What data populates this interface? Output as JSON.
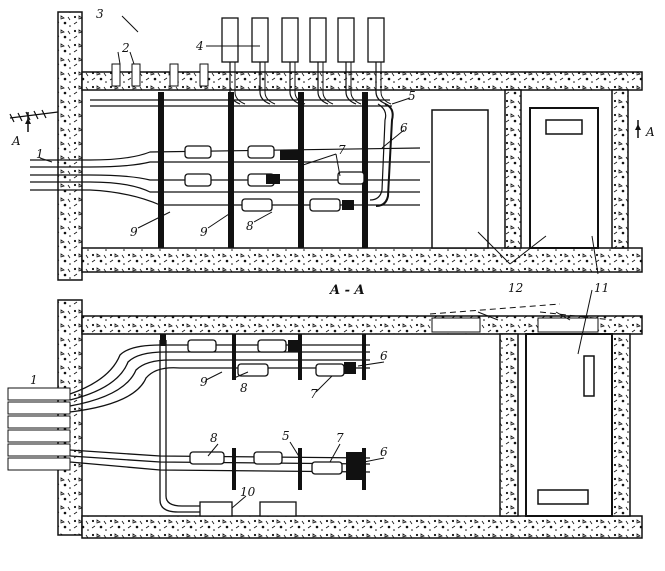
{
  "callouts": {
    "c1": "1",
    "c2": "2",
    "c3": "3",
    "c4": "4",
    "c5": "5",
    "c6": "6",
    "c7": "7",
    "c8": "8",
    "c9": "9",
    "c10": "10",
    "c11": "11",
    "c12": "12"
  },
  "section": {
    "mark": "A",
    "title": "A - A"
  },
  "colors": {
    "ink": "#111111",
    "concrete": "#ffffff",
    "paper": "#ffffff"
  }
}
